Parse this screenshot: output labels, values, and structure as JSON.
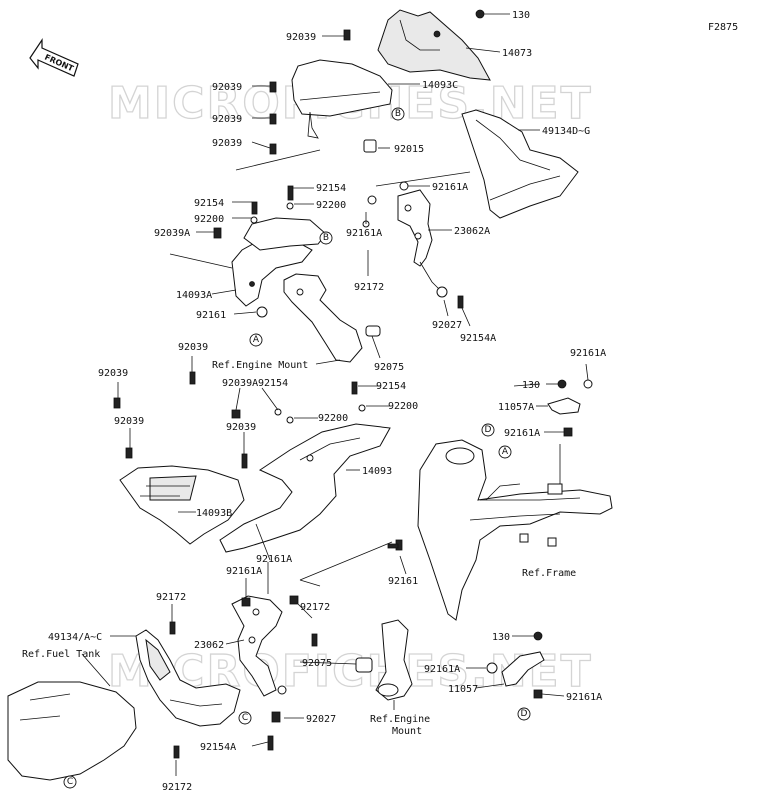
{
  "figure_code": "F2875",
  "front_arrow": "FRONT",
  "watermark": "MICROFICHES.NET",
  "labels": {
    "l130a": "130",
    "l14073": "14073",
    "l92039a": "92039",
    "l14093c": "14093C",
    "l92039b": "92039",
    "l92039c": "92039",
    "l92039d": "92039",
    "l49134dg": "49134D~G",
    "l92015": "92015",
    "l92161a1": "92161A",
    "l92154a": "92154",
    "l92154b": "92154",
    "l92200a": "92200",
    "l92200b": "92200",
    "l92039aa": "92039A",
    "l92161a2": "92161A",
    "l23062a": "23062A",
    "l14093a": "14093A",
    "l92172a": "92172",
    "l92161a": "92161",
    "l92027a": "92027",
    "l92154aa": "92154A",
    "l92075a": "92075",
    "l92039e": "92039",
    "l92039f": "92039",
    "l92039g": "92039",
    "l92039ab": "92039A",
    "l92154c": "92154",
    "l92154d": "92154",
    "l92200c": "92200",
    "l92200d": "92200",
    "l92039h": "92039",
    "l14093": "14093",
    "l14093b": "14093B",
    "l92161a3": "92161A",
    "l130b": "130",
    "l11057a": "11057A",
    "l92161a4": "92161A",
    "l92161a5": "92161A",
    "l92161a6": "92161A",
    "l92161b": "92161",
    "l92172b": "92172",
    "l92172c": "92172",
    "l49134ac": "49134/A~C",
    "l23062": "23062",
    "l92075b": "92075",
    "l92027b": "92027",
    "l92154ab": "92154A",
    "l92172d": "92172",
    "l130c": "130",
    "l92161a7": "92161A",
    "l11057": "11057",
    "l92161a8": "92161A"
  },
  "refs": {
    "engine_mount_1": "Ref.Engine Mount",
    "frame": "Ref.Frame",
    "fuel_tank": "Ref.Fuel Tank",
    "engine_mount_2a": "Ref.Engine",
    "engine_mount_2b": "Mount"
  },
  "callouts": {
    "a": "A",
    "b": "B",
    "c": "C",
    "d": "D"
  }
}
